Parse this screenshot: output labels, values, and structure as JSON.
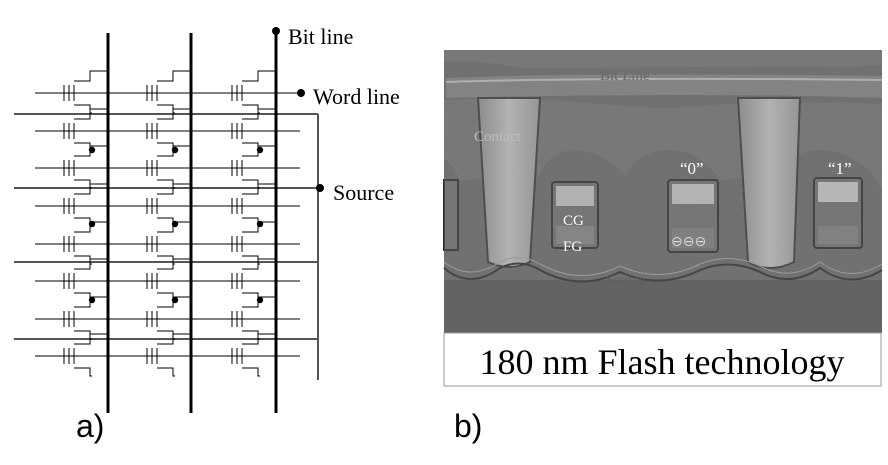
{
  "panel_a": {
    "label": "a)",
    "bit_line_label": "Bit line",
    "word_line_label": "Word line",
    "source_label": "Source"
  },
  "panel_b": {
    "label": "b)",
    "bit_line_text": "Bit Line",
    "contact_text": "Contact",
    "cg_text": "CG",
    "fg_text": "FG",
    "source_text": "Source",
    "state0_text": "“0”",
    "state1_text": "“1”",
    "electrons_text": "⊖⊖⊖",
    "caption": "180 nm Flash technology"
  },
  "colors": {
    "ink": "#000000",
    "sem_bg": "#6e6e6e",
    "sem_light": "#c8c8c8",
    "sem_mid": "#8a8a8a"
  }
}
